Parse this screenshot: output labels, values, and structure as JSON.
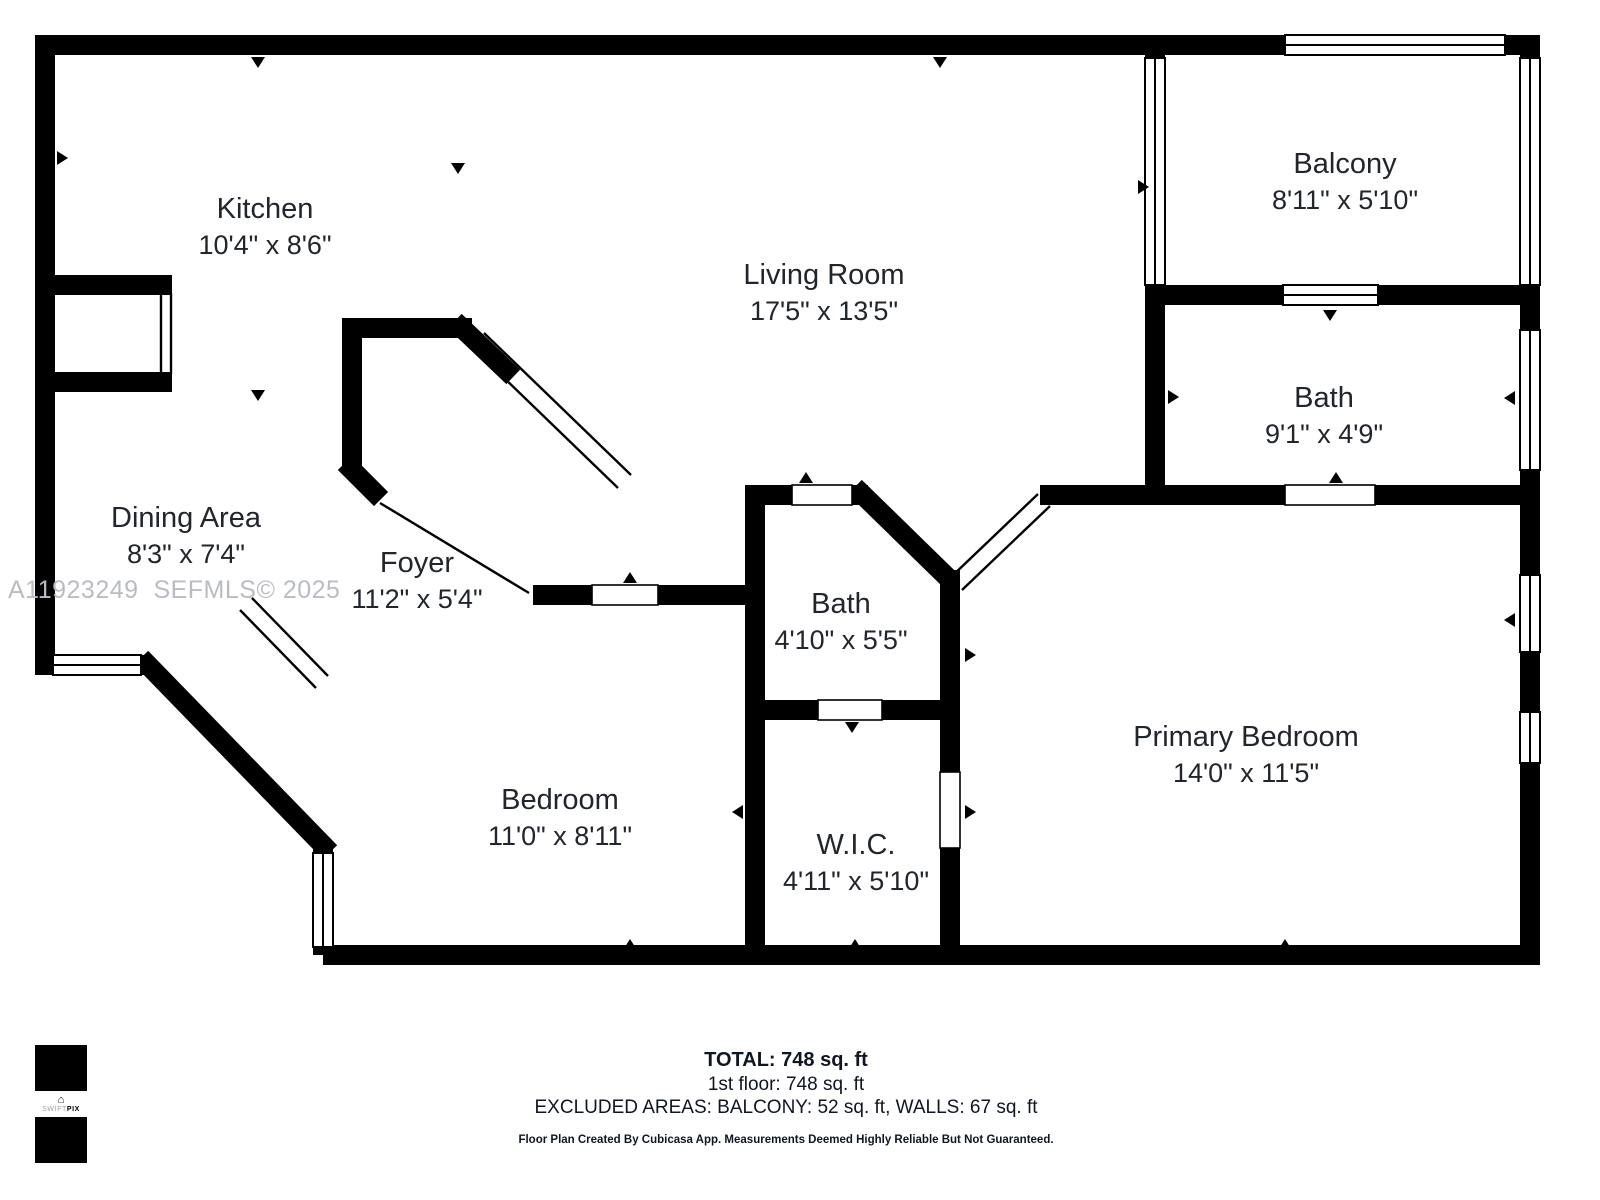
{
  "floor_plan": {
    "rooms": [
      {
        "id": "kitchen",
        "name": "Kitchen",
        "dimensions": "10'4\" x 8'6\""
      },
      {
        "id": "living-room",
        "name": "Living Room",
        "dimensions": "17'5\" x 13'5\""
      },
      {
        "id": "balcony",
        "name": "Balcony",
        "dimensions": "8'11\" x 5'10\""
      },
      {
        "id": "bath-upper",
        "name": "Bath",
        "dimensions": "9'1\" x 4'9\""
      },
      {
        "id": "dining-area",
        "name": "Dining Area",
        "dimensions": "8'3\" x 7'4\""
      },
      {
        "id": "foyer",
        "name": "Foyer",
        "dimensions": "11'2\" x 5'4\""
      },
      {
        "id": "bath-lower",
        "name": "Bath",
        "dimensions": "4'10\" x 5'5\""
      },
      {
        "id": "bedroom",
        "name": "Bedroom",
        "dimensions": "11'0\" x 8'11\""
      },
      {
        "id": "wic",
        "name": "W.I.C.",
        "dimensions": "4'11\" x 5'10\""
      },
      {
        "id": "primary-bedroom",
        "name": "Primary Bedroom",
        "dimensions": "14'0\" x 11'5\""
      }
    ],
    "watermark": "A11923249  SEFMLS© 2025",
    "summary": {
      "total": "TOTAL: 748 sq. ft",
      "floor": "1st floor: 748 sq. ft",
      "excluded": "EXCLUDED AREAS: BALCONY: 52 sq. ft, WALLS: 67 sq. ft",
      "disclaimer": "Floor Plan Created By Cubicasa App. Measurements Deemed Highly Reliable But Not Guaranteed."
    },
    "logo": {
      "brand_first": "SWIFT",
      "brand_second": "PIX",
      "house_glyph": "⌂"
    },
    "colors": {
      "wall": "#000000",
      "background": "#ffffff",
      "watermark": "#b9bdc3",
      "label_text": "#21252c"
    }
  }
}
